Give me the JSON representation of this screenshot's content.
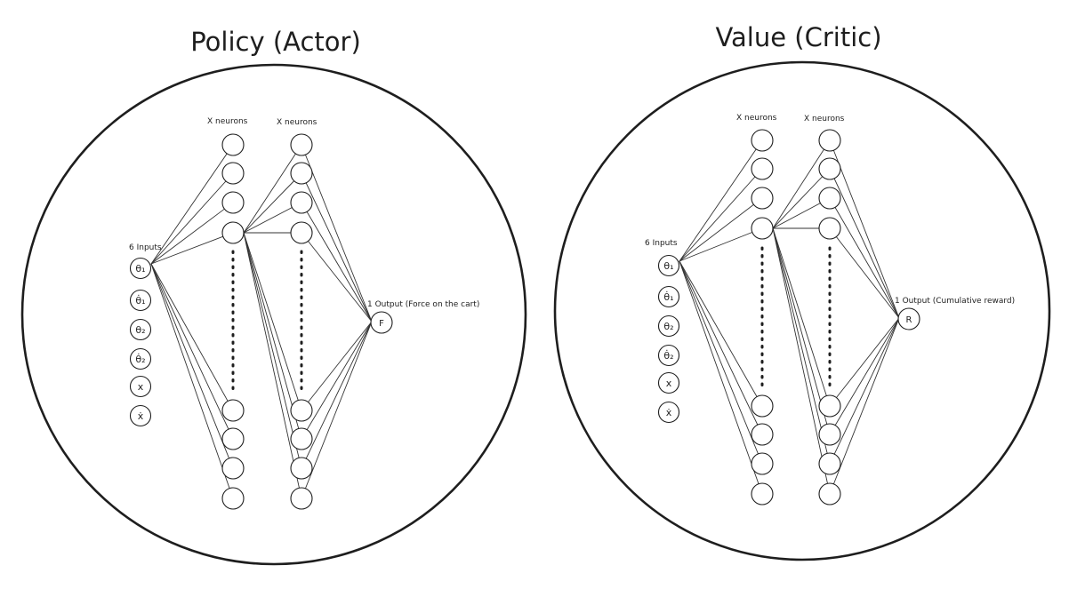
{
  "networks": [
    {
      "id": "policy",
      "title": "Policy (Actor)",
      "inputs_label": "6 Inputs",
      "inputs": [
        "θ₁",
        "θ̇₁",
        "θ₂",
        "θ̇₂",
        "x",
        "ẋ"
      ],
      "hidden1_label": "X neurons",
      "hidden2_label": "X neurons",
      "output_label": "1 Output (Force on the cart)",
      "output_symbol": "F"
    },
    {
      "id": "value",
      "title": "Value (Critic)",
      "inputs_label": "6 Inputs",
      "inputs": [
        "θ₁",
        "θ̇₁",
        "θ₂",
        "θ̇₂",
        "x",
        "ẋ"
      ],
      "hidden1_label": "X neurons",
      "hidden2_label": "X neurons",
      "output_label": "1 Output (Cumulative reward)",
      "output_symbol": "R"
    }
  ]
}
